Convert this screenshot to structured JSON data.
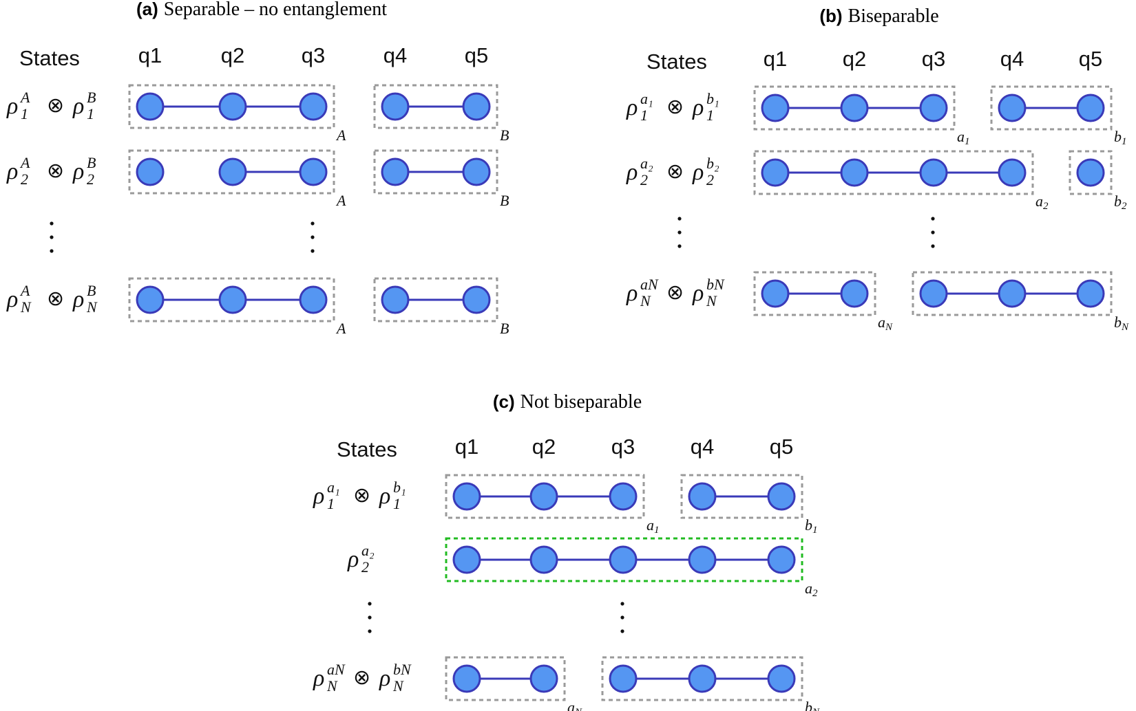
{
  "panels": [
    {
      "id": "a",
      "tag": "(a)",
      "title": "Separable – no entanglement",
      "states_header": "States",
      "qubits": [
        "q1",
        "q2",
        "q3",
        "q4",
        "q5"
      ],
      "rows": [
        {
          "state": {
            "l_base": "ρ",
            "l_sup": "A",
            "l_sub": "1",
            "op": "⊗",
            "r_base": "ρ",
            "r_sup": "B",
            "r_sub": "1"
          },
          "groups": [
            {
              "label": "A",
              "label_sub": "",
              "qubits": [
                1,
                2,
                3
              ],
              "links": [
                [
                  1,
                  2
                ],
                [
                  2,
                  3
                ]
              ],
              "color": "#9a9a9a"
            },
            {
              "label": "B",
              "label_sub": "",
              "qubits": [
                4,
                5
              ],
              "links": [
                [
                  4,
                  5
                ]
              ],
              "color": "#9a9a9a"
            }
          ]
        },
        {
          "state": {
            "l_base": "ρ",
            "l_sup": "A",
            "l_sub": "2",
            "op": "⊗",
            "r_base": "ρ",
            "r_sup": "B",
            "r_sub": "2"
          },
          "groups": [
            {
              "label": "A",
              "label_sub": "",
              "qubits": [
                1,
                2,
                3
              ],
              "links": [
                [
                  2,
                  3
                ]
              ],
              "color": "#9a9a9a"
            },
            {
              "label": "B",
              "label_sub": "",
              "qubits": [
                4,
                5
              ],
              "links": [
                [
                  4,
                  5
                ]
              ],
              "color": "#9a9a9a"
            }
          ]
        },
        {
          "state": {
            "l_base": "ρ",
            "l_sup": "A",
            "l_sub": "N",
            "op": "⊗",
            "r_base": "ρ",
            "r_sup": "B",
            "r_sub": "N"
          },
          "groups": [
            {
              "label": "A",
              "label_sub": "",
              "qubits": [
                1,
                2,
                3
              ],
              "links": [
                [
                  1,
                  2
                ],
                [
                  2,
                  3
                ]
              ],
              "color": "#9a9a9a"
            },
            {
              "label": "B",
              "label_sub": "",
              "qubits": [
                4,
                5
              ],
              "links": [
                [
                  4,
                  5
                ]
              ],
              "color": "#9a9a9a"
            }
          ]
        }
      ]
    },
    {
      "id": "b",
      "tag": "(b)",
      "title": "Biseparable",
      "states_header": "States",
      "qubits": [
        "q1",
        "q2",
        "q3",
        "q4",
        "q5"
      ],
      "rows": [
        {
          "state": {
            "l_base": "ρ",
            "l_sup": "a₁",
            "l_sub": "1",
            "op": "⊗",
            "r_base": "ρ",
            "r_sup": "b₁",
            "r_sub": "1"
          },
          "groups": [
            {
              "label": "a",
              "label_sub": "1",
              "qubits": [
                1,
                2,
                3
              ],
              "links": [
                [
                  1,
                  2
                ],
                [
                  2,
                  3
                ]
              ],
              "color": "#9a9a9a"
            },
            {
              "label": "b",
              "label_sub": "1",
              "qubits": [
                4,
                5
              ],
              "links": [
                [
                  4,
                  5
                ]
              ],
              "color": "#9a9a9a"
            }
          ]
        },
        {
          "state": {
            "l_base": "ρ",
            "l_sup": "a₂",
            "l_sub": "2",
            "op": "⊗",
            "r_base": "ρ",
            "r_sup": "b₂",
            "r_sub": "2"
          },
          "groups": [
            {
              "label": "a",
              "label_sub": "2",
              "qubits": [
                1,
                2,
                3,
                4
              ],
              "links": [
                [
                  1,
                  2
                ],
                [
                  2,
                  3
                ],
                [
                  3,
                  4
                ]
              ],
              "color": "#9a9a9a"
            },
            {
              "label": "b",
              "label_sub": "2",
              "qubits": [
                5
              ],
              "links": [],
              "color": "#9a9a9a"
            }
          ]
        },
        {
          "state": {
            "l_base": "ρ",
            "l_sup": "aN",
            "l_sub": "N",
            "op": "⊗",
            "r_base": "ρ",
            "r_sup": "bN",
            "r_sub": "N"
          },
          "groups": [
            {
              "label": "a",
              "label_sub": "N",
              "qubits": [
                1,
                2
              ],
              "links": [
                [
                  1,
                  2
                ]
              ],
              "color": "#9a9a9a"
            },
            {
              "label": "b",
              "label_sub": "N",
              "qubits": [
                3,
                4,
                5
              ],
              "links": [
                [
                  3,
                  4
                ],
                [
                  4,
                  5
                ]
              ],
              "color": "#9a9a9a"
            }
          ]
        }
      ]
    },
    {
      "id": "c",
      "tag": "(c)",
      "title": "Not biseparable",
      "states_header": "States",
      "qubits": [
        "q1",
        "q2",
        "q3",
        "q4",
        "q5"
      ],
      "rows": [
        {
          "state": {
            "l_base": "ρ",
            "l_sup": "a₁",
            "l_sub": "1",
            "op": "⊗",
            "r_base": "ρ",
            "r_sup": "b₁",
            "r_sub": "1"
          },
          "groups": [
            {
              "label": "a",
              "label_sub": "1",
              "qubits": [
                1,
                2,
                3
              ],
              "links": [
                [
                  1,
                  2
                ],
                [
                  2,
                  3
                ]
              ],
              "color": "#9a9a9a"
            },
            {
              "label": "b",
              "label_sub": "1",
              "qubits": [
                4,
                5
              ],
              "links": [
                [
                  4,
                  5
                ]
              ],
              "color": "#9a9a9a"
            }
          ]
        },
        {
          "state": {
            "l_base": "ρ",
            "l_sup": "a₂",
            "l_sub": "2",
            "op": "",
            "r_base": "",
            "r_sup": "",
            "r_sub": ""
          },
          "groups": [
            {
              "label": "a",
              "label_sub": "2",
              "qubits": [
                1,
                2,
                3,
                4,
                5
              ],
              "links": [
                [
                  1,
                  2
                ],
                [
                  2,
                  3
                ],
                [
                  3,
                  4
                ],
                [
                  4,
                  5
                ]
              ],
              "color": "#22bb22"
            }
          ]
        },
        {
          "state": {
            "l_base": "ρ",
            "l_sup": "aN",
            "l_sub": "N",
            "op": "⊗",
            "r_base": "ρ",
            "r_sup": "bN",
            "r_sub": "N"
          },
          "groups": [
            {
              "label": "a",
              "label_sub": "N",
              "qubits": [
                1,
                2
              ],
              "links": [
                [
                  1,
                  2
                ]
              ],
              "color": "#9a9a9a"
            },
            {
              "label": "b",
              "label_sub": "N",
              "qubits": [
                3,
                4,
                5
              ],
              "links": [
                [
                  3,
                  4
                ],
                [
                  4,
                  5
                ]
              ],
              "color": "#9a9a9a"
            }
          ]
        }
      ]
    }
  ],
  "colors": {
    "node_fill": "#5596f2",
    "node_stroke": "#3a3ab8",
    "link": "#3a3ab8",
    "box_default": "#9a9a9a",
    "box_highlight": "#22bb22"
  }
}
